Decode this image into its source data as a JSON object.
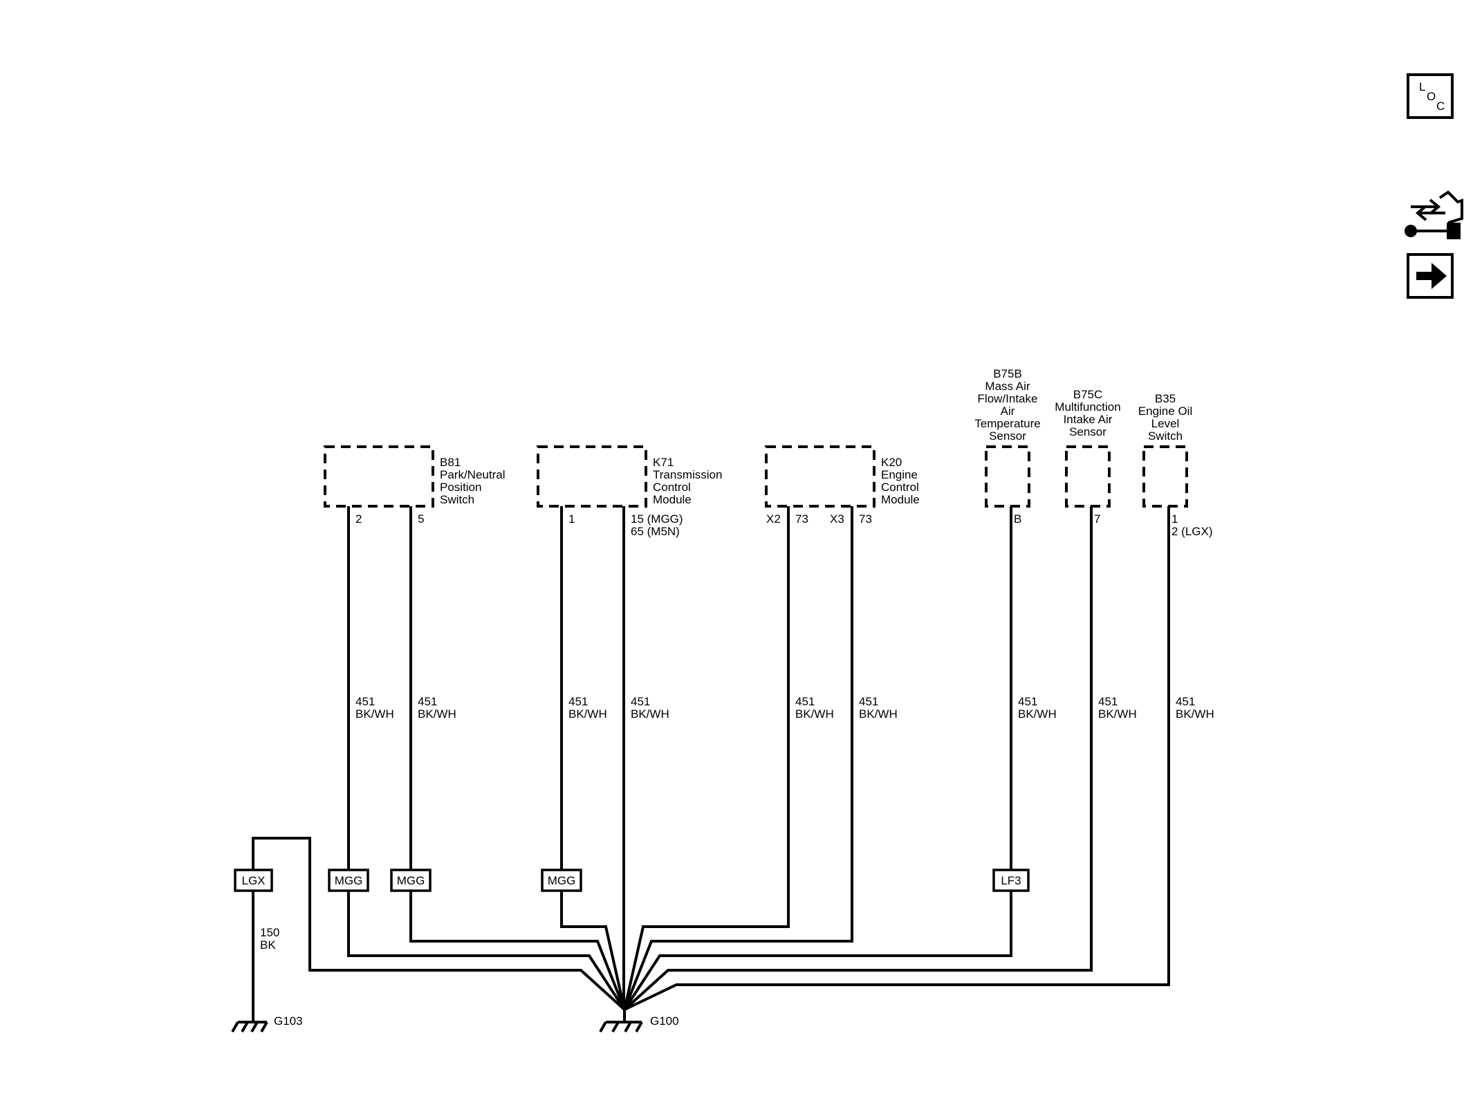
{
  "components": {
    "b81": {
      "id": "B81",
      "name": [
        "Park/Neutral",
        "Position",
        "Switch"
      ],
      "pins": [
        "2",
        "5"
      ]
    },
    "k71": {
      "id": "K71",
      "name": [
        "Transmission",
        "Control",
        "Module"
      ],
      "pins": [
        "1",
        "15 (MGG)",
        "65 (M5N)"
      ]
    },
    "k20": {
      "id": "K20",
      "name": [
        "Engine",
        "Control",
        "Module"
      ],
      "pins": [
        "X2",
        "73",
        "X3",
        "73"
      ]
    },
    "b75b": {
      "id": "B75B",
      "name": [
        "Mass Air",
        "Flow/Intake",
        "Air",
        "Temperature",
        "Sensor"
      ],
      "pins": [
        "B"
      ]
    },
    "b75c": {
      "id": "B75C",
      "name": [
        "Multifunction",
        "Intake Air",
        "Sensor"
      ],
      "pins": [
        "7"
      ]
    },
    "b35": {
      "id": "B35",
      "name": [
        "Engine Oil",
        "Level",
        "Switch"
      ],
      "pins": [
        "1",
        "2 (LGX)"
      ]
    }
  },
  "wires": {
    "circuit": "451",
    "color": "BK/WH",
    "ground_circuit": "150",
    "ground_color": "BK"
  },
  "options": {
    "lgx": "LGX",
    "mgg": "MGG",
    "lf3": "LF3"
  },
  "grounds": {
    "g100": "G100",
    "g103": "G103"
  },
  "side_icons": {
    "loc": {
      "icon": "loc-icon",
      "l": "L",
      "o": "O",
      "c": "C"
    },
    "service": {
      "icon": "connector-wrench-icon"
    },
    "next": {
      "icon": "arrow-right-icon"
    }
  }
}
